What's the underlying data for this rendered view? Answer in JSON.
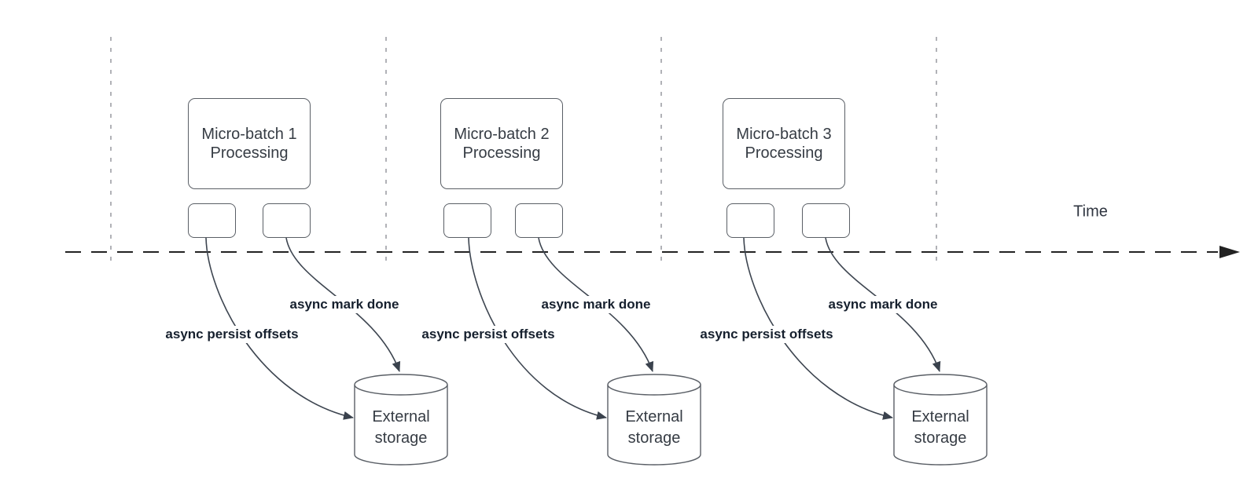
{
  "colors": {
    "shape_stroke": "#5a5f66",
    "connector_stroke": "#3d4550",
    "arrowhead_fill": "#3a424d",
    "guide_line": "#b1b2b7",
    "timeline": "#222222",
    "title_text": "#363c44",
    "bold_label_text": "#16202e"
  },
  "time_axis": {
    "label": "Time"
  },
  "batches": [
    {
      "title_line1": "Micro-batch 1",
      "title_line2": "Processing",
      "persist_label": "async persist offsets",
      "done_label": "async mark done",
      "storage_line1": "External",
      "storage_line2": "storage"
    },
    {
      "title_line1": "Micro-batch 2",
      "title_line2": "Processing",
      "persist_label": "async persist offsets",
      "done_label": "async mark done",
      "storage_line1": "External",
      "storage_line2": "storage"
    },
    {
      "title_line1": "Micro-batch 3",
      "title_line2": "Processing",
      "persist_label": "async persist offsets",
      "done_label": "async mark done",
      "storage_line1": "External",
      "storage_line2": "storage"
    }
  ]
}
